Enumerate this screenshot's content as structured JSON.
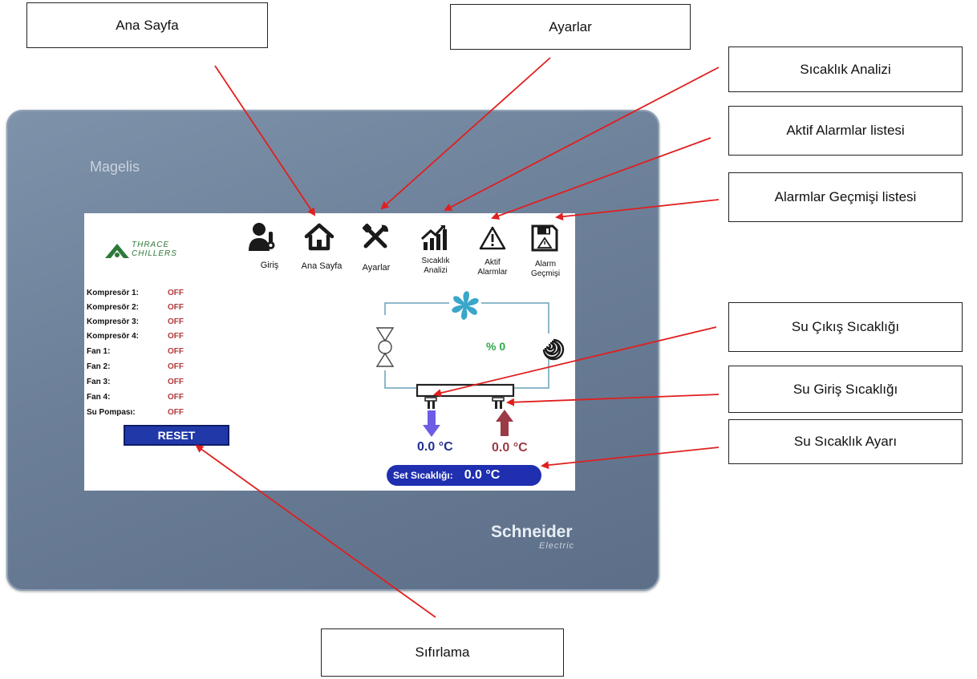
{
  "callouts": {
    "ana_sayfa": "Ana Sayfa",
    "ayarlar": "Ayarlar",
    "sicaklik_analizi": "Sıcaklık Analizi",
    "aktif_alarmlar": "Aktif Alarmlar listesi",
    "alarmlar_gecmisi": "Alarmlar Geçmişi listesi",
    "su_cikis": "Su Çıkış Sıcaklığı",
    "su_giris": "Su Giriş Sıcaklığı",
    "su_sicaklik_ayari": "Su Sıcaklık Ayarı",
    "sifirlama": "Sıfırlama"
  },
  "device": {
    "brand_top": "Magelis",
    "brand_bottom": "Schneider",
    "brand_bottom_sub": "Electric"
  },
  "screen": {
    "logo_text_line1": "THRACE",
    "logo_text_line2": "CHILLERS",
    "nav": {
      "giris": "Giriş",
      "ana_sayfa": "Ana Sayfa",
      "ayarlar": "Ayarlar",
      "sicaklik_line1": "Sıcaklık",
      "sicaklik_line2": "Analizi",
      "aktif_line1": "Aktif",
      "aktif_line2": "Alarmlar",
      "alarm_line1": "Alarm",
      "alarm_line2": "Geçmişi"
    },
    "status": [
      {
        "name": "Kompresör 1:",
        "value": "OFF"
      },
      {
        "name": "Kompresör 2:",
        "value": "OFF"
      },
      {
        "name": "Kompresör 3:",
        "value": "OFF"
      },
      {
        "name": "Kompresör 4:",
        "value": "OFF"
      },
      {
        "name": "Fan 1:",
        "value": "OFF"
      },
      {
        "name": "Fan 2:",
        "value": "OFF"
      },
      {
        "name": "Fan 3:",
        "value": "OFF"
      },
      {
        "name": "Fan 4:",
        "value": "OFF"
      },
      {
        "name": "Su Pompası:",
        "value": "OFF"
      }
    ],
    "reset_label": "RESET",
    "fan_percent": "% 0",
    "water_out_temp": "0.0 °C",
    "water_in_temp": "0.0 °C",
    "set_label": "Set Sıcaklığı:",
    "set_value": "0.0  °C"
  },
  "colors": {
    "device_bezel": "#6c7f98",
    "off_status": "#b23a3a",
    "reset_button": "#2038a8",
    "set_pill": "#1f2fb0",
    "fan_percent": "#2ea84a",
    "water_out": "#23308f",
    "water_in": "#9a3b45",
    "arrow_red": "#e01f1f",
    "fan_icon": "#3aa6c8",
    "pipe": "#6aa0b8"
  }
}
